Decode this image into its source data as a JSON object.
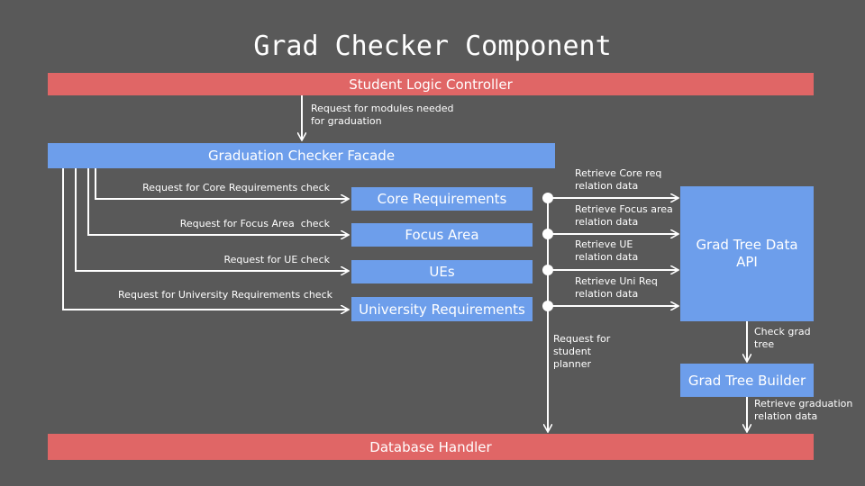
{
  "title": "Grad Checker Component",
  "colors": {
    "background": "#595959",
    "red": "#e06666",
    "blue": "#6d9eeb",
    "line": "#ffffff"
  },
  "nodes": {
    "student_logic_controller": "Student Logic Controller",
    "graduation_checker_facade": "Graduation Checker Facade",
    "core_requirements": "Core Requirements",
    "focus_area": "Focus Area",
    "ues": "UEs",
    "university_requirements": "University Requirements",
    "grad_tree_data_api": "Grad Tree Data API",
    "grad_tree_builder": "Grad Tree Builder",
    "database_handler": "Database Handler"
  },
  "edge_labels": {
    "request_modules": "Request for modules needed for graduation",
    "request_core": "Request for Core Requirements check",
    "request_focus": "Request for Focus Area  check",
    "request_ue": "Request for UE check",
    "request_uni": "Request for University Requirements check",
    "retrieve_core": "Retrieve Core req relation data",
    "retrieve_focus": "Retrieve Focus area relation data",
    "retrieve_ue": "Retrieve UE relation data",
    "retrieve_uni": "Retrieve Uni Req relation data",
    "request_student_planner": "Request for student planner",
    "check_grad_tree": "Check grad tree",
    "retrieve_graduation": "Retrieve graduation relation data"
  }
}
